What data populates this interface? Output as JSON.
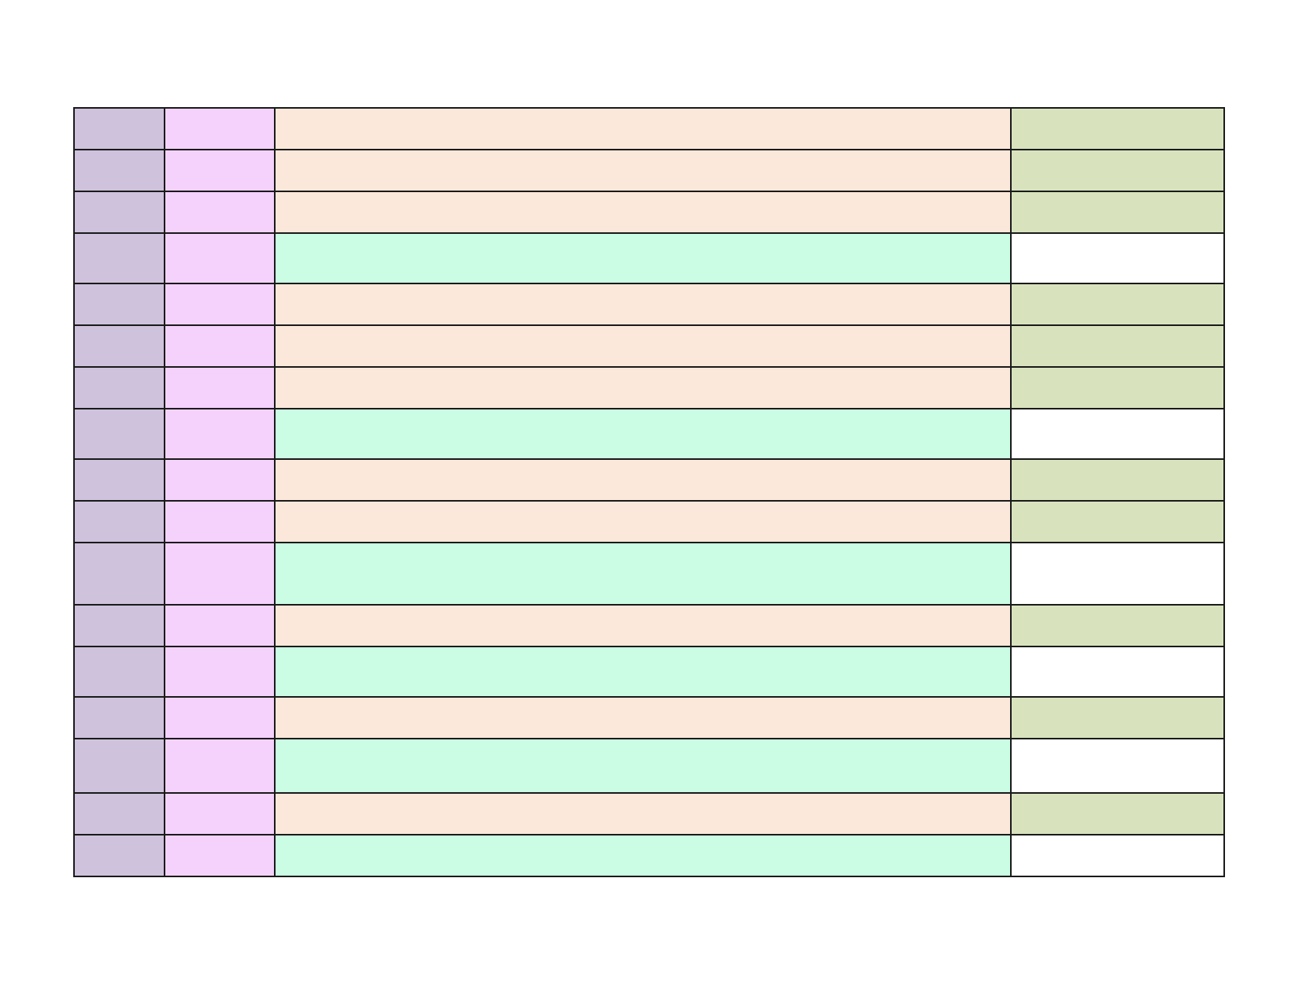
{
  "colors": {
    "col1": "#cec2dc",
    "col2": "#f4d2fc",
    "col3_peach": "#fbe8da",
    "col3_mint": "#cafde4",
    "col4_green": "#d8e3bd",
    "col4_white": "#ffffff",
    "border": "#1a1a1a"
  },
  "rows": [
    {
      "type": "peach",
      "height": "std",
      "cells": [
        "",
        "",
        "",
        ""
      ]
    },
    {
      "type": "peach",
      "height": "std",
      "cells": [
        "",
        "",
        "",
        ""
      ]
    },
    {
      "type": "peach",
      "height": "std",
      "cells": [
        "",
        "",
        "",
        ""
      ]
    },
    {
      "type": "mint",
      "height": "mid",
      "cells": [
        "",
        "",
        "",
        ""
      ]
    },
    {
      "type": "peach",
      "height": "std",
      "cells": [
        "",
        "",
        "",
        ""
      ]
    },
    {
      "type": "peach",
      "height": "std",
      "cells": [
        "",
        "",
        "",
        ""
      ]
    },
    {
      "type": "peach",
      "height": "std",
      "cells": [
        "",
        "",
        "",
        ""
      ]
    },
    {
      "type": "mint",
      "height": "mid",
      "cells": [
        "",
        "",
        "",
        ""
      ]
    },
    {
      "type": "peach",
      "height": "std",
      "cells": [
        "",
        "",
        "",
        ""
      ]
    },
    {
      "type": "peach",
      "height": "std",
      "cells": [
        "",
        "",
        "",
        ""
      ]
    },
    {
      "type": "mint",
      "height": "tall",
      "cells": [
        "",
        "",
        "",
        ""
      ]
    },
    {
      "type": "peach",
      "height": "std",
      "cells": [
        "",
        "",
        "",
        ""
      ]
    },
    {
      "type": "mint",
      "height": "mid",
      "cells": [
        "",
        "",
        "",
        ""
      ]
    },
    {
      "type": "peach",
      "height": "std",
      "cells": [
        "",
        "",
        "",
        ""
      ]
    },
    {
      "type": "mint",
      "height": "h67",
      "cells": [
        "",
        "",
        "",
        ""
      ]
    },
    {
      "type": "peach",
      "height": "std",
      "cells": [
        "",
        "",
        "",
        ""
      ]
    },
    {
      "type": "mint",
      "height": "std",
      "cells": [
        "",
        "",
        "",
        ""
      ]
    }
  ]
}
